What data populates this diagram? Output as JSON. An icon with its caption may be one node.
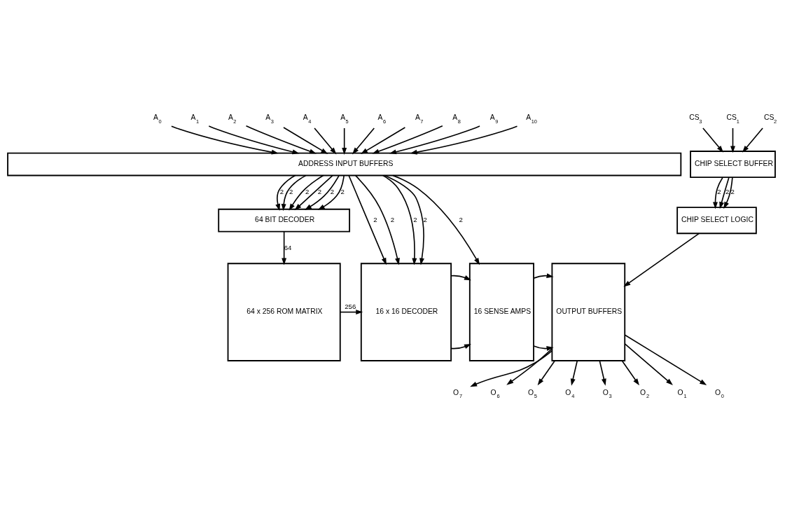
{
  "diagram": {
    "nodes": [
      {
        "text": [
          "A$_{0}$"
        ]
      },
      {
        "text": [
          "A$_{1}$"
        ]
      },
      {
        "text": [
          "A$_{2}$"
        ]
      },
      {
        "text": [
          "A$_{3}$"
        ]
      },
      {
        "text": [
          "A$_{4}$"
        ]
      },
      {
        "text": [
          "A$_{5}$"
        ]
      },
      {
        "text": [
          "A$_{6}$"
        ]
      },
      {
        "text": [
          "A$_{7}$"
        ]
      },
      {
        "text": [
          "A$_{8}$"
        ]
      },
      {
        "text": [
          "A$_{9}$"
        ]
      },
      {
        "text": [
          "A$_{10}$"
        ]
      },
      {
        "text": [
          "CS$_{1}$"
        ]
      },
      {
        "text": [
          "CS$_{2}$"
        ]
      },
      {
        "text": [
          "CS$_{3}$"
        ]
      },
      {
        "text": [
          "ADDRESS INPUT BUFFERS"
        ]
      },
      {
        "text": [
          "CHIP SELECT BUFFER"
        ]
      },
      {
        "text": [
          "64 BIT DECODER"
        ]
      },
      {
        "text": [
          "CHIP SELECT LOGIC"
        ]
      },
      {
        "text": [
          "64 x 256 ROM MATRIX"
        ]
      },
      {
        "text": [
          "16 x 16 DECODER"
        ]
      },
      {
        "text": [
          "16 SENSE AMPS"
        ]
      },
      {
        "text": [
          "OUTPUT BUFFERS"
        ]
      },
      {
        "text": [
          "O$_{7}$"
        ]
      },
      {
        "text": [
          "O$_{6}$"
        ]
      },
      {
        "text": [
          "O$_{5}$"
        ]
      },
      {
        "text": [
          "O$_{4}$"
        ]
      },
      {
        "text": [
          "O$_{3}$"
        ]
      },
      {
        "text": [
          "O$_{2}$"
        ]
      },
      {
        "text": [
          "O$_{1}$"
        ]
      },
      {
        "text": [
          "O$_{0}$"
        ]
      }
    ],
    "edges": [
      {
        "from": 0,
        "to": 14,
        "arrow": "to"
      },
      {
        "from": 1,
        "to": 14,
        "arrow": "to"
      },
      {
        "from": 2,
        "to": 14,
        "arrow": "to"
      },
      {
        "from": 3,
        "to": 14,
        "arrow": "to"
      },
      {
        "from": 4,
        "to": 14,
        "arrow": "to"
      },
      {
        "from": 5,
        "to": 14,
        "arrow": "to"
      },
      {
        "from": 6,
        "to": 14,
        "arrow": "to"
      },
      {
        "from": 7,
        "to": 14,
        "arrow": "to"
      },
      {
        "from": 8,
        "to": 14,
        "arrow": "to"
      },
      {
        "from": 9,
        "to": 14,
        "arrow": "to"
      },
      {
        "from": 10,
        "to": 14,
        "arrow": "to"
      },
      {
        "from": 11,
        "to": 15,
        "arrow": "to"
      },
      {
        "from": 12,
        "to": 15,
        "arrow": "to"
      },
      {
        "from": 13,
        "to": 15,
        "arrow": "to"
      },
      {
        "from": 14,
        "to": 16,
        "arrow": "to",
        "label": "2"
      },
      {
        "from": 14,
        "to": 16,
        "arrow": "to",
        "label": "2"
      },
      {
        "from": 14,
        "to": 16,
        "arrow": "to",
        "label": "2"
      },
      {
        "from": 14,
        "to": 16,
        "arrow": "to",
        "label": "2"
      },
      {
        "from": 14,
        "to": 16,
        "arrow": "to",
        "label": "2"
      },
      {
        "from": 14,
        "to": 16,
        "arrow": "to",
        "label": "2"
      },
      {
        "from": 14,
        "to": 19,
        "arrow": "to",
        "label": "2"
      },
      {
        "from": 14,
        "to": 19,
        "arrow": "to",
        "label": "2"
      },
      {
        "from": 14,
        "to": 19,
        "arrow": "to",
        "label": "2"
      },
      {
        "from": 14,
        "to": 19,
        "arrow": "to",
        "label": "2"
      },
      {
        "from": 14,
        "to": 20,
        "arrow": "to",
        "label": "2"
      },
      {
        "from": 15,
        "to": 17,
        "arrow": "to",
        "label": "2"
      },
      {
        "from": 15,
        "to": 17,
        "arrow": "to",
        "label": "2"
      },
      {
        "from": 15,
        "to": 17,
        "arrow": "to",
        "label": "2"
      },
      {
        "from": 16,
        "to": 18,
        "arrow": "to",
        "label": "64"
      },
      {
        "from": 18,
        "to": 19,
        "arrow": "to",
        "label": "256"
      },
      {
        "from": 19,
        "to": 20,
        "arrow": "to"
      },
      {
        "from": 19,
        "to": 20,
        "arrow": "to"
      },
      {
        "from": 17,
        "to": 21,
        "arrow": "to"
      },
      {
        "from": 20,
        "to": 21,
        "arrow": "to"
      },
      {
        "from": 20,
        "to": 21,
        "arrow": "to"
      },
      {
        "from": 21,
        "to": 22,
        "arrow": "to"
      },
      {
        "from": 21,
        "to": 23,
        "arrow": "to"
      },
      {
        "from": 21,
        "to": 24,
        "arrow": "to"
      },
      {
        "from": 21,
        "to": 25,
        "arrow": "to"
      },
      {
        "from": 21,
        "to": 26,
        "arrow": "to"
      },
      {
        "from": 21,
        "to": 27,
        "arrow": "to"
      },
      {
        "from": 21,
        "to": 28,
        "arrow": "to"
      },
      {
        "from": 21,
        "to": 29,
        "arrow": "to"
      }
    ]
  }
}
